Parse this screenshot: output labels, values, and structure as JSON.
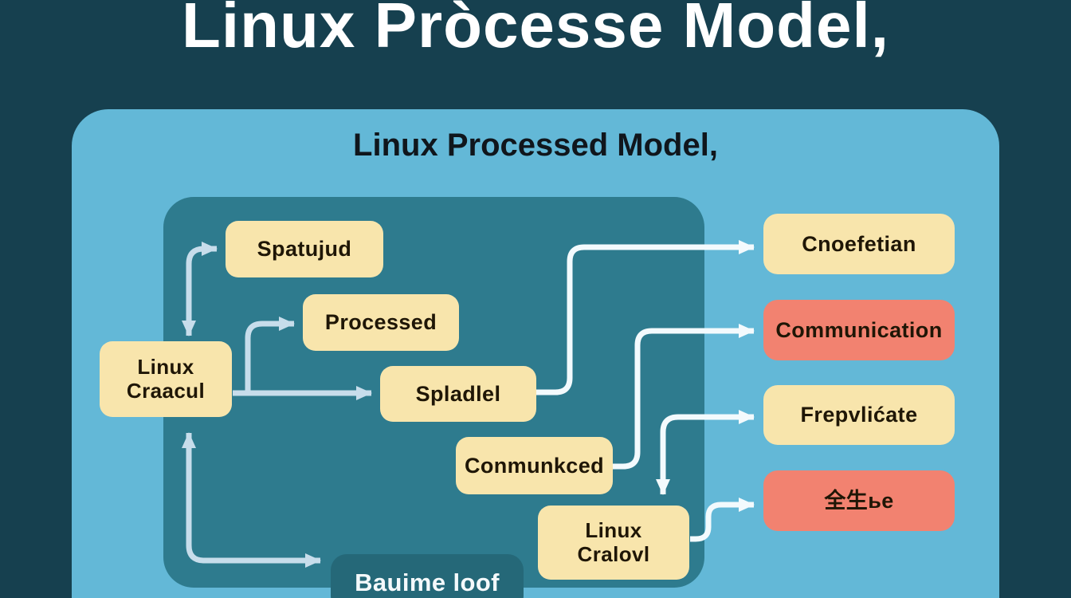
{
  "top_title": "Linux Pròcesse Model,",
  "panel": {
    "title": "Linux Processed Model,"
  },
  "nodes": {
    "spatujud": {
      "label": "Spatujud"
    },
    "processed": {
      "label": "Processed"
    },
    "linux_craacul": {
      "label": "Linux\nCraacul"
    },
    "spladlel": {
      "label": "Spladlel"
    },
    "conmunkced": {
      "label": "Conmunkced"
    },
    "linux_cralovl": {
      "label": "Linux\nCralovl"
    },
    "bauime_loof": {
      "label": "Bauime loof"
    },
    "cnoefetian": {
      "label": "Cnoefetian"
    },
    "communication": {
      "label": "Communication"
    },
    "frepvlicate": {
      "label": "Frepvlićate"
    },
    "quansheng": {
      "label": "全生ье"
    }
  },
  "edges": [
    {
      "from": "linux_craacul",
      "to": "spatujud",
      "shape": "up-then-right",
      "double_headed": true
    },
    {
      "from": "linux_craacul",
      "to": "processed",
      "shape": "right-up-right"
    },
    {
      "from": "linux_craacul",
      "to": "spladlel",
      "shape": "right"
    },
    {
      "from": "spladlel",
      "to": "cnoefetian",
      "shape": "right-up-right"
    },
    {
      "from": "conmunkced",
      "to": "communication",
      "shape": "right-up-right"
    },
    {
      "from": "junction",
      "to": "linux_cralovl",
      "shape": "down"
    },
    {
      "from": "junction",
      "to": "frepvlicate",
      "shape": "right"
    },
    {
      "from": "linux_cralovl",
      "to": "quansheng",
      "shape": "right-up-right"
    },
    {
      "from": "bauime_loof",
      "to": "linux_craacul",
      "shape": "down-then-right",
      "double_headed": true
    }
  ],
  "colors": {
    "background": "#16404f",
    "light_panel": "#63b8d7",
    "inner_panel": "#2e7b8e",
    "node_cream": "#f8e5ac",
    "node_salmon": "#f28270",
    "node_dark_teal": "#256878",
    "arrow_light": "#c7ddeb",
    "arrow_white": "#f3fafd",
    "title_white": "#ffffff",
    "title_black": "#10161c"
  }
}
